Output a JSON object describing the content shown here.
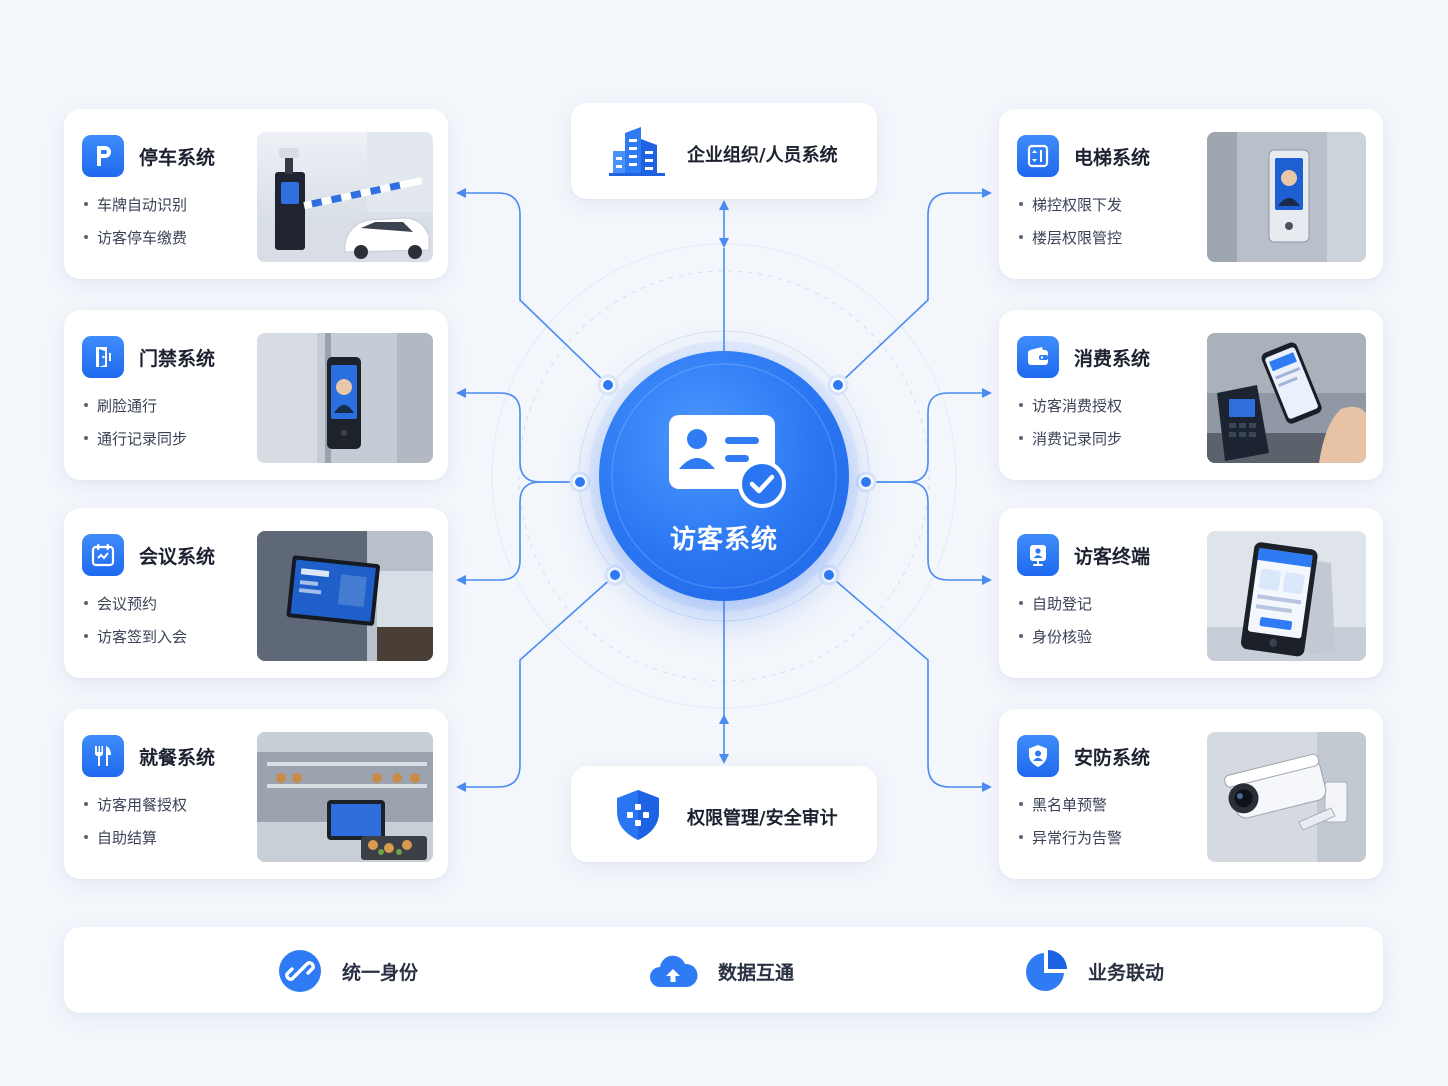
{
  "hub": {
    "title": "访客系统"
  },
  "top_center": {
    "title": "企业组织/人员系统"
  },
  "bottom_center": {
    "title": "权限管理/安全审计"
  },
  "systems": {
    "parking": {
      "title": "停车系统",
      "features": [
        "车牌自动识别",
        "访客停车缴费"
      ]
    },
    "access": {
      "title": "门禁系统",
      "features": [
        "刷脸通行",
        "通行记录同步"
      ]
    },
    "meeting": {
      "title": "会议系统",
      "features": [
        "会议预约",
        "访客签到入会"
      ]
    },
    "dining": {
      "title": "就餐系统",
      "features": [
        "访客用餐授权",
        "自助结算"
      ]
    },
    "elevator": {
      "title": "电梯系统",
      "features": [
        "梯控权限下发",
        "楼层权限管控"
      ]
    },
    "consume": {
      "title": "消费系统",
      "features": [
        "访客消费授权",
        "消费记录同步"
      ]
    },
    "terminal": {
      "title": "访客终端",
      "features": [
        "自助登记",
        "身份核验"
      ]
    },
    "security": {
      "title": "安防系统",
      "features": [
        "黑名单预警",
        "异常行为告警"
      ]
    }
  },
  "bottom_bar": {
    "items": [
      {
        "label": "统一身份",
        "icon": "link-icon"
      },
      {
        "label": "数据互通",
        "icon": "cloud-upload-icon"
      },
      {
        "label": "业务联动",
        "icon": "pie-chart-icon"
      }
    ]
  },
  "colors": {
    "accent": "#2a76f2",
    "line": "#4a8cf2",
    "background": "#f3f6fb"
  }
}
